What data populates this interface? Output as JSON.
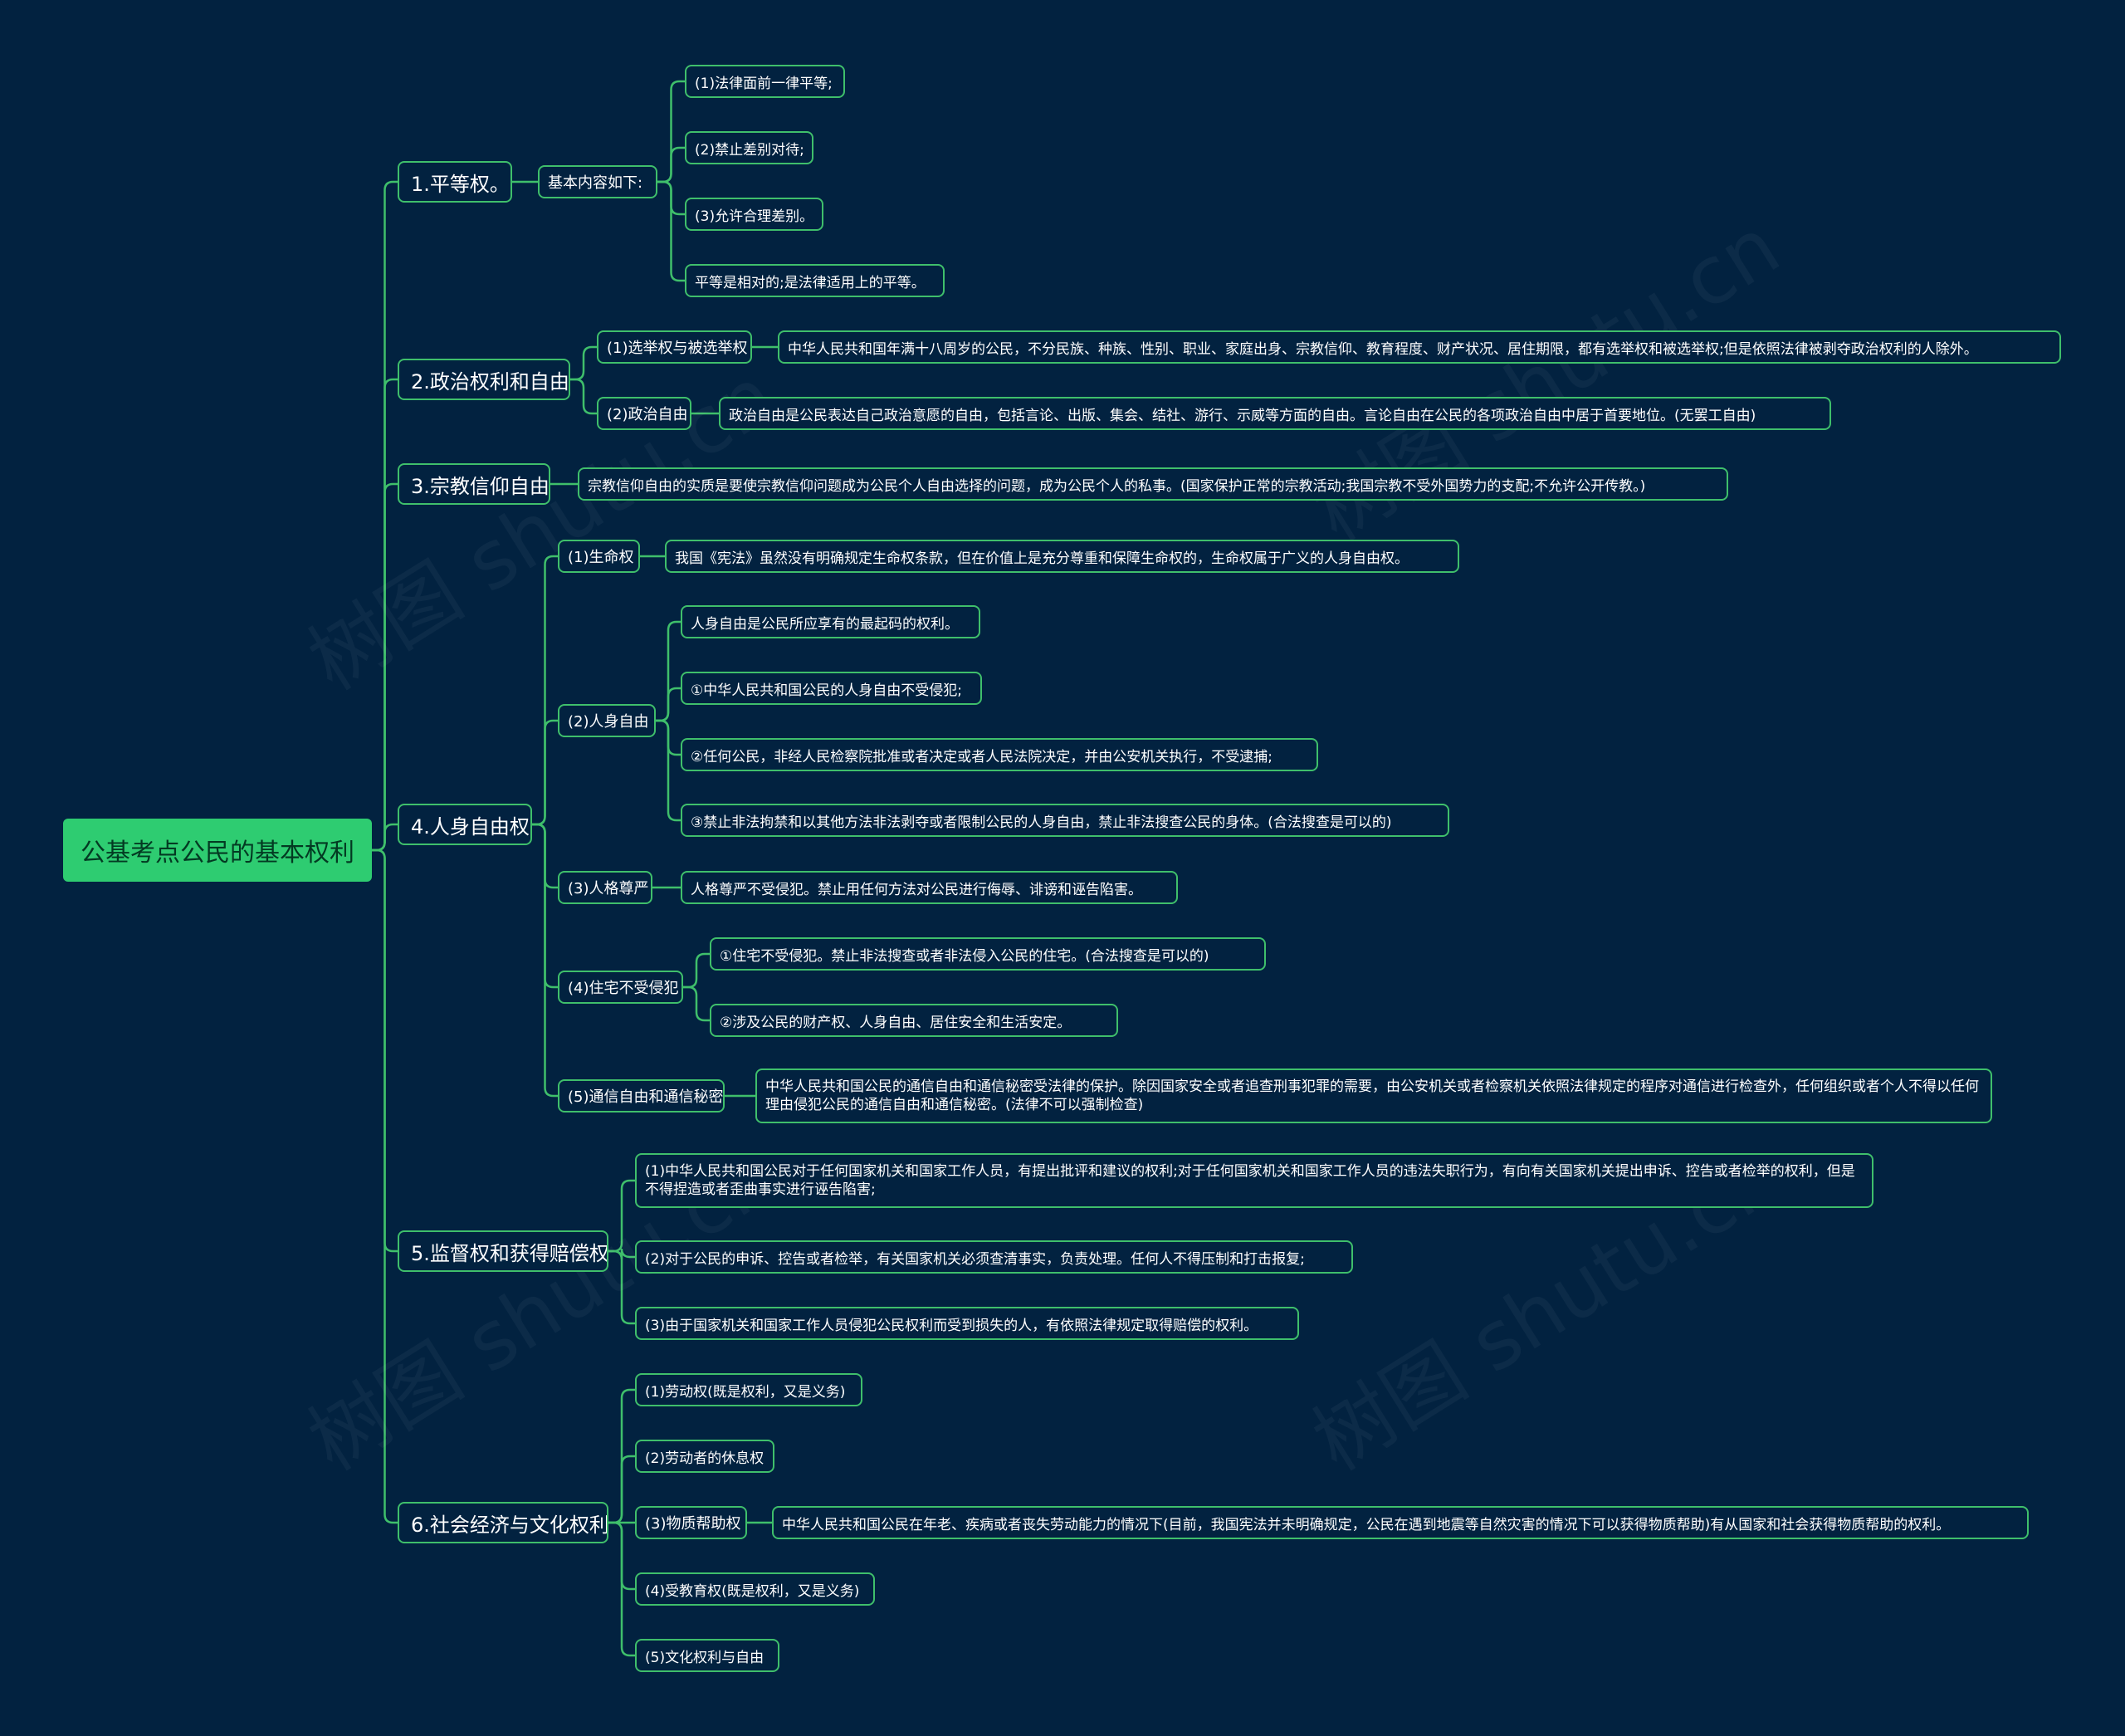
{
  "root": "公基考点公民的基本权利",
  "watermark": "树图 shutu.cn",
  "colors": {
    "background": "#022240",
    "line": "#3fbf6b",
    "root_fill": "#2ecc71",
    "text": "#ffffff"
  },
  "branches": [
    {
      "label": "1.平等权。",
      "children": [
        {
          "label": "基本内容如下:",
          "children": [
            {
              "label": "(1)法律面前一律平等;"
            },
            {
              "label": "(2)禁止差别对待;"
            },
            {
              "label": "(3)允许合理差别。"
            },
            {
              "label": "平等是相对的;是法律适用上的平等。"
            }
          ]
        }
      ]
    },
    {
      "label": "2.政治权利和自由",
      "children": [
        {
          "label": "(1)选举权与被选举权",
          "children": [
            {
              "label": "中华人民共和国年满十八周岁的公民，不分民族、种族、性别、职业、家庭出身、宗教信仰、教育程度、财产状况、居住期限，都有选举权和被选举权;但是依照法律被剥夺政治权利的人除外。"
            }
          ]
        },
        {
          "label": "(2)政治自由",
          "children": [
            {
              "label": "政治自由是公民表达自己政治意愿的自由，包括言论、出版、集会、结社、游行、示威等方面的自由。言论自由在公民的各项政治自由中居于首要地位。(无罢工自由)"
            }
          ]
        }
      ]
    },
    {
      "label": "3.宗教信仰自由",
      "children": [
        {
          "label": "宗教信仰自由的实质是要使宗教信仰问题成为公民个人自由选择的问题，成为公民个人的私事。(国家保护正常的宗教活动;我国宗教不受外国势力的支配;不允许公开传教。)"
        }
      ]
    },
    {
      "label": "4.人身自由权",
      "children": [
        {
          "label": "(1)生命权",
          "children": [
            {
              "label": "我国《宪法》虽然没有明确规定生命权条款，但在价值上是充分尊重和保障生命权的，生命权属于广义的人身自由权。"
            }
          ]
        },
        {
          "label": "(2)人身自由",
          "children": [
            {
              "label": "人身自由是公民所应享有的最起码的权利。"
            },
            {
              "label": "①中华人民共和国公民的人身自由不受侵犯;"
            },
            {
              "label": "②任何公民，非经人民检察院批准或者决定或者人民法院决定，并由公安机关执行，不受逮捕;"
            },
            {
              "label": "③禁止非法拘禁和以其他方法非法剥夺或者限制公民的人身自由，禁止非法搜查公民的身体。(合法搜查是可以的)"
            }
          ]
        },
        {
          "label": "(3)人格尊严",
          "children": [
            {
              "label": "人格尊严不受侵犯。禁止用任何方法对公民进行侮辱、诽谤和诬告陷害。"
            }
          ]
        },
        {
          "label": "(4)住宅不受侵犯",
          "children": [
            {
              "label": "①住宅不受侵犯。禁止非法搜查或者非法侵入公民的住宅。(合法搜查是可以的)"
            },
            {
              "label": "②涉及公民的财产权、人身自由、居住安全和生活安定。"
            }
          ]
        },
        {
          "label": "(5)通信自由和通信秘密",
          "children": [
            {
              "label": "中华人民共和国公民的通信自由和通信秘密受法律的保护。除因国家安全或者追查刑事犯罪的需要，由公安机关或者检察机关依照法律规定的程序对通信进行检查外，任何组织或者个人不得以任何理由侵犯公民的通信自由和通信秘密。(法律不可以强制检查)"
            }
          ]
        }
      ]
    },
    {
      "label": "5.监督权和获得赔偿权",
      "children": [
        {
          "label": "(1)中华人民共和国公民对于任何国家机关和国家工作人员，有提出批评和建议的权利;对于任何国家机关和国家工作人员的违法失职行为，有向有关国家机关提出申诉、控告或者检举的权利，但是不得捏造或者歪曲事实进行诬告陷害;"
        },
        {
          "label": "(2)对于公民的申诉、控告或者检举，有关国家机关必须查清事实，负责处理。任何人不得压制和打击报复;"
        },
        {
          "label": "(3)由于国家机关和国家工作人员侵犯公民权利而受到损失的人，有依照法律规定取得赔偿的权利。"
        }
      ]
    },
    {
      "label": "6.社会经济与文化权利",
      "children": [
        {
          "label": "(1)劳动权(既是权利，又是义务)"
        },
        {
          "label": "(2)劳动者的休息权"
        },
        {
          "label": "(3)物质帮助权",
          "children": [
            {
              "label": "中华人民共和国公民在年老、疾病或者丧失劳动能力的情况下(目前，我国宪法并未明确规定，公民在遇到地震等自然灾害的情况下可以获得物质帮助)有从国家和社会获得物质帮助的权利。"
            }
          ]
        },
        {
          "label": "(4)受教育权(既是权利，又是义务)"
        },
        {
          "label": "(5)文化权利与自由"
        }
      ]
    }
  ]
}
